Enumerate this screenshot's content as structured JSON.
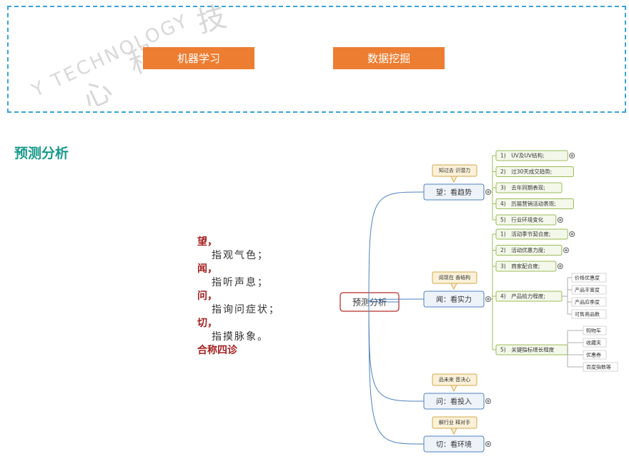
{
  "top": {
    "watermark_chars": [
      "科",
      "技",
      "心"
    ],
    "watermark_latin": "Y TECHNOLOGY",
    "button_ml": "机器学习",
    "button_dm": "数据挖掘"
  },
  "section_title": "预测分析",
  "poem": {
    "lines": [
      {
        "kw": "望，",
        "desc": "指观气色；"
      },
      {
        "kw": "闻，",
        "desc": "指听声息；"
      },
      {
        "kw": "问，",
        "desc": "指询问症状；"
      },
      {
        "kw": "切，",
        "desc": "指摸脉象。"
      }
    ],
    "closing": "合称四诊"
  },
  "mindmap": {
    "root": "预测分析",
    "colors": {
      "root_border": "#c0504d",
      "main_border": "#4f81bd",
      "sub_border": "#9bbb59",
      "note_border": "#d6a84a",
      "note_fill": "#fbf1d8"
    },
    "branches": [
      {
        "note": "知过去 识潜力",
        "label": "望：看趋势",
        "children": [
          {
            "label": "1)　UV及UV结构;",
            "expandable": true,
            "leaves": []
          },
          {
            "label": "2)　过30天成交趋势;",
            "expandable": false,
            "leaves": []
          },
          {
            "label": "3)　去年同期表现;",
            "expandable": false,
            "leaves": []
          },
          {
            "label": "4)　历届营销活动表现;",
            "expandable": false,
            "leaves": []
          },
          {
            "label": "5)　行业环境变化",
            "expandable": true,
            "leaves": []
          }
        ]
      },
      {
        "note": "阅现在 善结构",
        "label": "闻：看实力",
        "children": [
          {
            "label": "1)　活动季节契合度;",
            "expandable": true,
            "leaves": []
          },
          {
            "label": "2)　活动优惠力度;",
            "expandable": true,
            "leaves": []
          },
          {
            "label": "3)　商家配合度;",
            "expandable": true,
            "leaves": []
          },
          {
            "label": "4)　产品给力程度;",
            "expandable": false,
            "leaves": [
              "价格优惠度",
              "产品丰富度",
              "产品应季度",
              "可售商品数"
            ]
          },
          {
            "label": "5)　关键指标增长程度",
            "expandable": false,
            "leaves": [
              "购物车",
              "收藏夹",
              "优惠券",
              "百度指数等"
            ]
          }
        ]
      },
      {
        "note": "品未来 音决心",
        "label": "问：看投入",
        "children": []
      },
      {
        "note": "解行业 释对手",
        "label": "切：看环境",
        "children": []
      }
    ]
  }
}
